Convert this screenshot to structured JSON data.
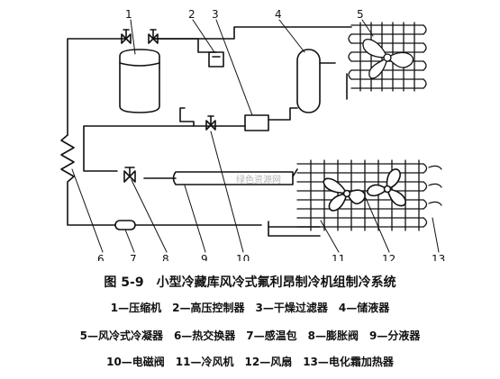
{
  "figure": {
    "title": "图 5-9　小型冷藏库风冷式氟利昂制冷机组制冷系统",
    "legend_lines": [
      "1—压缩机　2—高压控制器　3—干燥过滤器　4—储液器",
      "5—风冷式冷凝器　6—热交换器　7—感温包　8—膨胀阀　9—分液器",
      "10—电磁阀　11—冷风机　12—风扇　13—电化霜加热器"
    ],
    "callouts": [
      "1",
      "2",
      "3",
      "4",
      "5",
      "6",
      "7",
      "8",
      "9",
      "10",
      "11",
      "12",
      "13"
    ],
    "watermark": "绿色资源网"
  }
}
